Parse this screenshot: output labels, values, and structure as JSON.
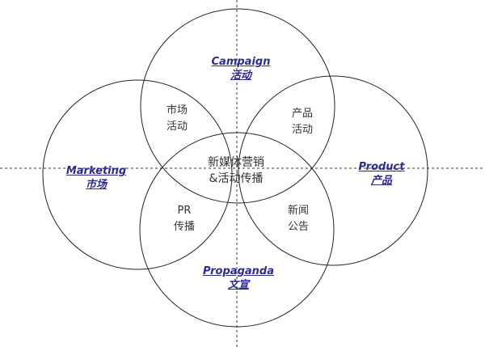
{
  "colors": {
    "accent": "#2e2b8f",
    "line": "#222222",
    "text": "#333333"
  },
  "circles": {
    "campaign": {
      "en": "Campaign",
      "zh": "活动"
    },
    "marketing": {
      "en": "Marketing",
      "zh": "市场"
    },
    "product": {
      "en": "Product",
      "zh": "产品"
    },
    "propaganda": {
      "en": "Propaganda",
      "zh": "文宣"
    }
  },
  "overlaps": {
    "campaign_marketing": [
      "市场",
      "活动"
    ],
    "campaign_product": [
      "产品",
      "活动"
    ],
    "center": [
      "新媒体营销",
      "&活动传播"
    ],
    "marketing_propaganda": [
      "PR",
      "传播"
    ],
    "product_propaganda": [
      "新闻",
      "公告"
    ]
  }
}
